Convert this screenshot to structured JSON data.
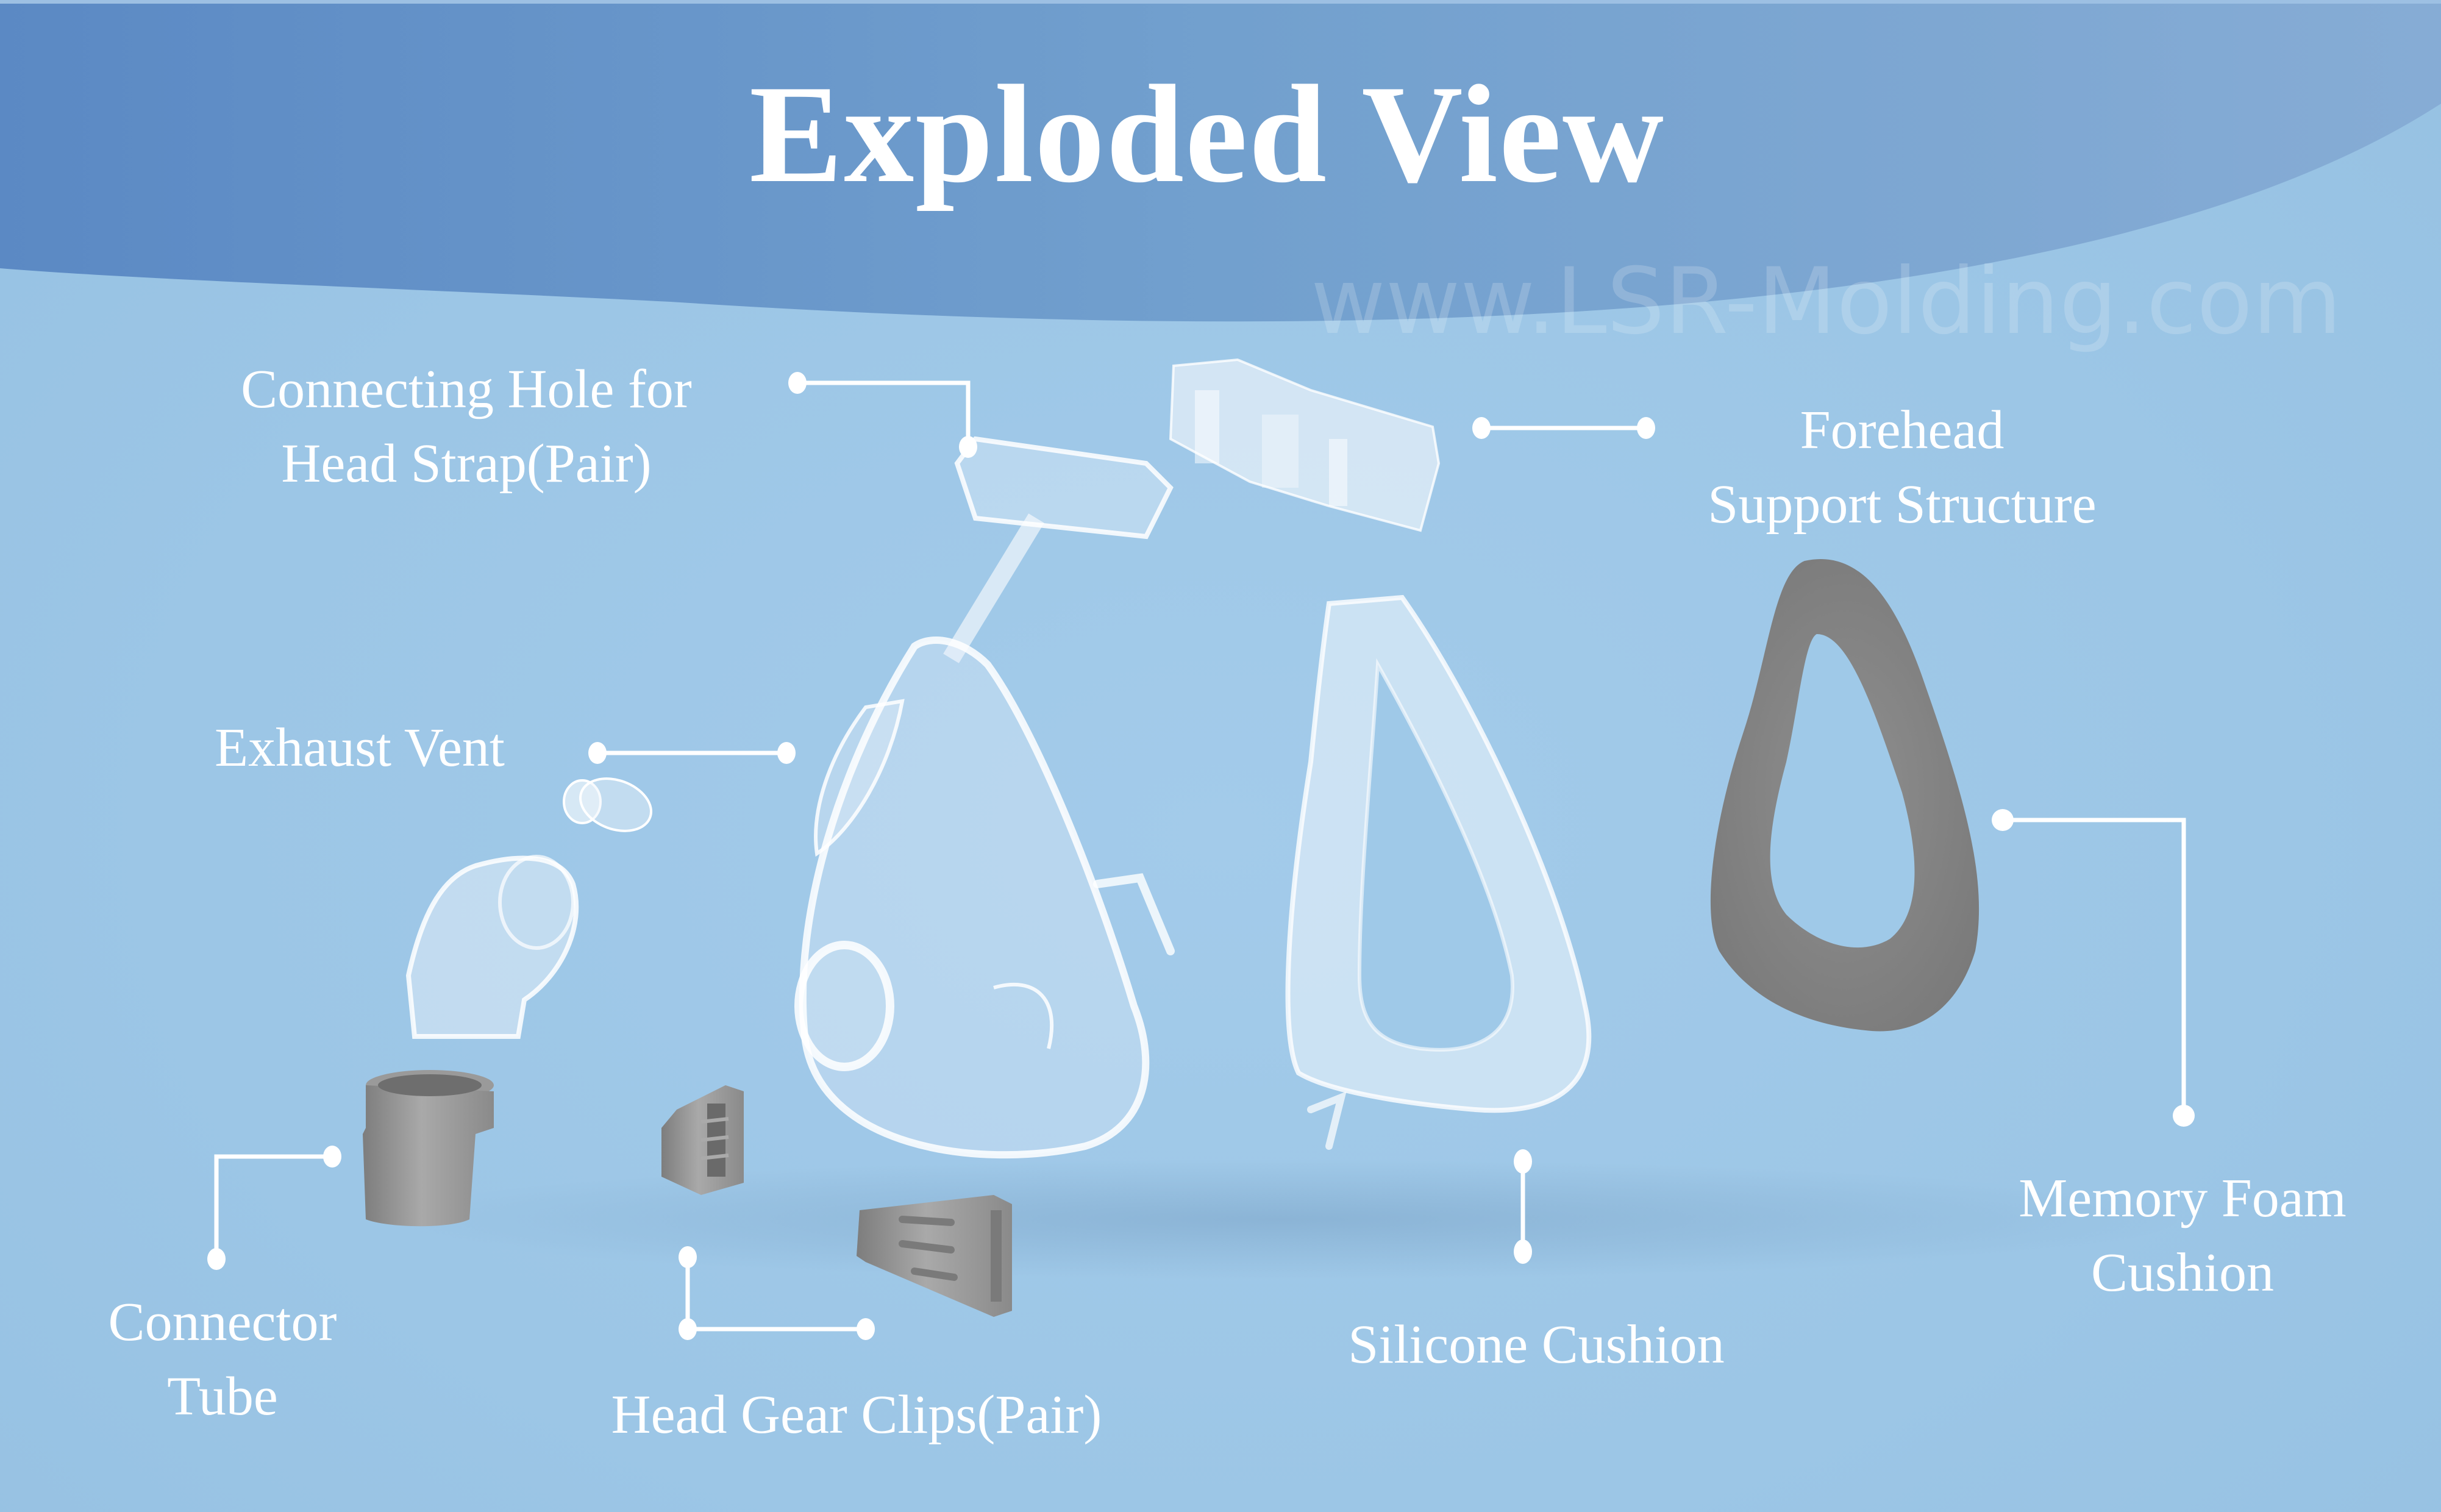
{
  "header": {
    "title": "Exploded View",
    "watermark": "www.LSR-Molding.com"
  },
  "colors": {
    "header_band_left": "#5b89c4",
    "header_band_right": "#86acd5",
    "background": "#9fc9e8",
    "label_text": "#ffffff",
    "callout_line": "#ffffff",
    "gray_parts": "#8e8e8e",
    "clear_parts": "#e8f2fa"
  },
  "labels": {
    "connecting_hole": {
      "line1": "Connecting Hole for",
      "line2": "Head Strap(Pair)"
    },
    "forehead_support": {
      "line1": "Forehead",
      "line2": "Support Structure"
    },
    "exhaust_vent": {
      "line1": "Exhaust Vent"
    },
    "memory_foam": {
      "line1": "Memory Foam",
      "line2": "Cushion"
    },
    "connector_tube": {
      "line1": "Connector",
      "line2": "Tube"
    },
    "head_gear_clips": {
      "line1": "Head Gear Clips(Pair)"
    },
    "silicone_cushion": {
      "line1": "Silicone Cushion"
    }
  },
  "parts": [
    "mask-frame",
    "forehead-support-structure",
    "silicone-cushion",
    "memory-foam-cushion",
    "exhaust-vent",
    "elbow-connector",
    "connector-tube",
    "head-gear-clip-left",
    "head-gear-clip-right",
    "frame-pin"
  ]
}
